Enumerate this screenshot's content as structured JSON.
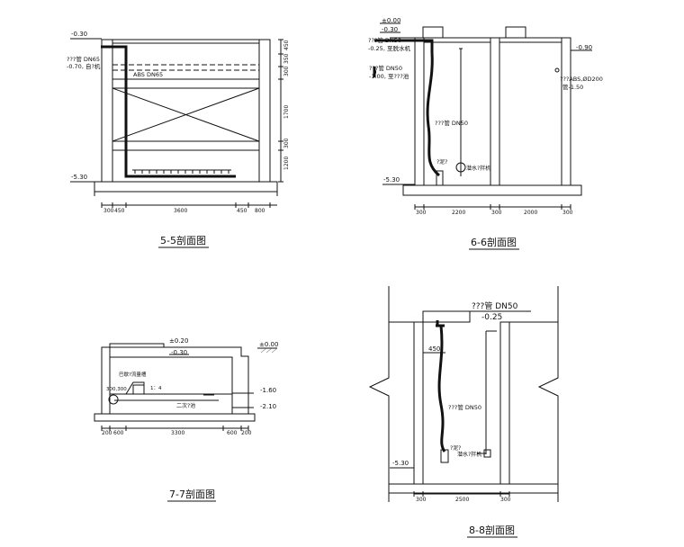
{
  "s55": {
    "title": "5-5剖面图",
    "elev_top": "-0.30",
    "elev_bottom": "-5.30",
    "pipe_label": "???管 DN65",
    "pipe_elev": "-0.70, 自?机",
    "abs_label": "ABS DN65",
    "right_dims": [
      "450",
      "350",
      "300",
      "1700",
      "300",
      "1200"
    ],
    "bottom_dims": [
      "300",
      "450",
      "3600",
      "450",
      "800"
    ]
  },
  "s66": {
    "title": "6-6剖面图",
    "elev_pm": "±0.00",
    "elev_top": "-0.30",
    "pipe1_label": "???管 DN50",
    "pipe1_elev": "-0.25, 至脱水机",
    "pipe2_label": "???管 DN50",
    "pipe2_elev": "-1.00, 至???池",
    "mid_pipe_label": "???管 DN50",
    "pump_label": "?泥?",
    "motor_label": "潜水?拌机",
    "right_elev": "-0.90",
    "right_pipe": "???ABS,ØD200",
    "right_pipe_elev": "管-1.50",
    "elev_bottom": "-5.30",
    "bottom_dims": [
      "300",
      "2200",
      "300",
      "2000",
      "300"
    ]
  },
  "s77": {
    "title": "7-7剖面图",
    "elev_020": "±0.20",
    "elev_030": "-0.30",
    "elev_000": "±0.00",
    "label_top": "巴歇?流量槽",
    "label_left": "300,300",
    "label_ratio": "1：4",
    "label_mid": "二次?池",
    "elev_160": "-1.60",
    "elev_210": "-2.10",
    "bottom_dims": [
      "200",
      "600",
      "3300",
      "600",
      "200"
    ]
  },
  "s88": {
    "title": "8-8剖面图",
    "pipe_label": "???管 DN50",
    "pipe_elev": "-0.25",
    "dim_450": "450",
    "mid_pipe_label": "???管 DN50",
    "pump_label": "?泥?",
    "motor_label": "潜水?拌机",
    "elev_bottom": "-5.30",
    "bottom_dims": [
      "300",
      "2500",
      "300"
    ]
  }
}
